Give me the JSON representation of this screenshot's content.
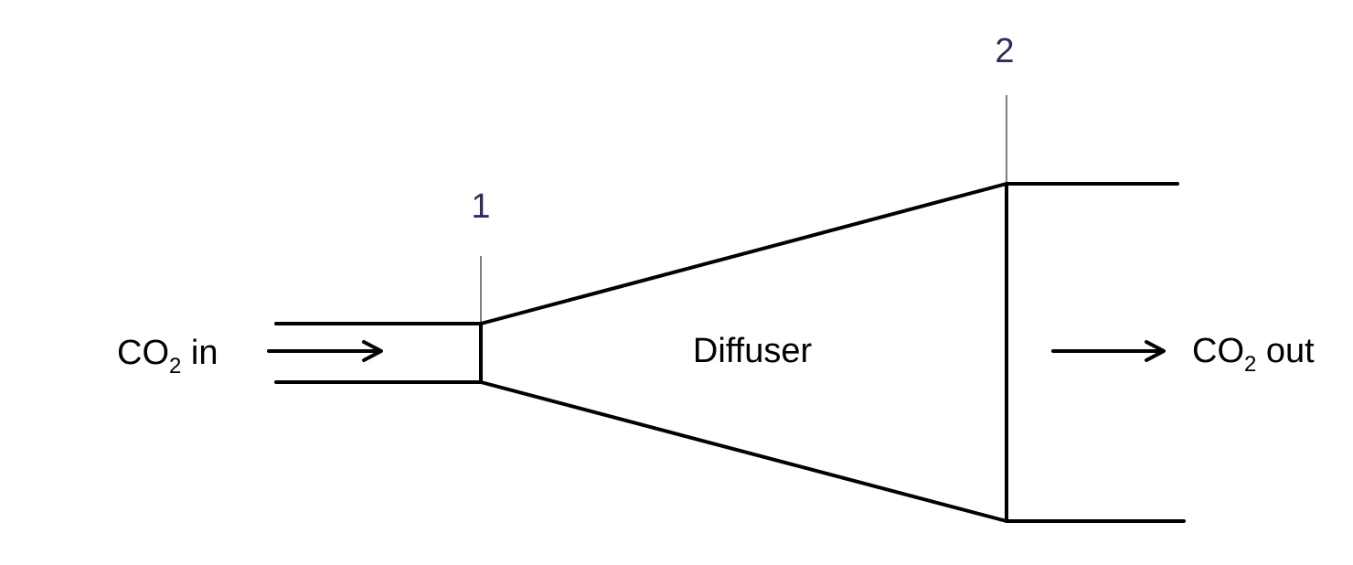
{
  "colors": {
    "lines": "#000000",
    "station_labels": "#2e2e5e",
    "background": "#ffffff"
  },
  "labels": {
    "inlet_prefix": "CO",
    "inlet_subscript": "2",
    "inlet_suffix": " in",
    "outlet_prefix": "CO",
    "outlet_subscript": "2",
    "outlet_suffix": " out",
    "component": "Diffuser",
    "station_1": "1",
    "station_2": "2"
  },
  "flow": {
    "inlet_arrow_icon": "right-arrow-icon",
    "outlet_arrow_icon": "right-arrow-icon"
  }
}
